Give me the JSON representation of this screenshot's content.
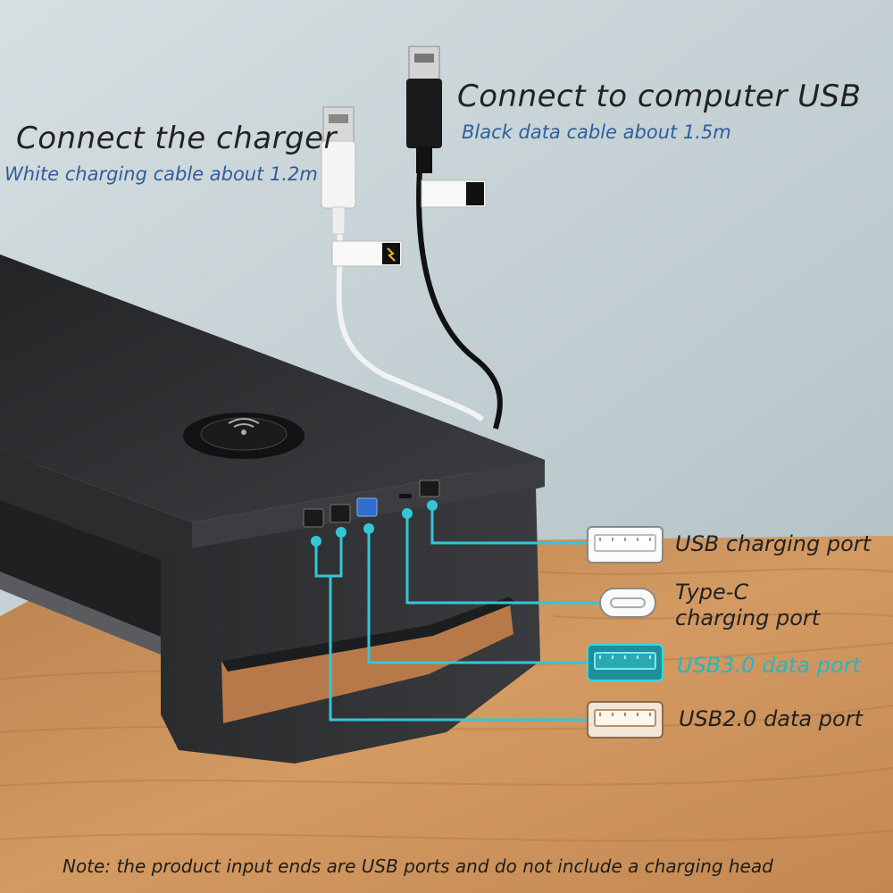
{
  "heading_charger": "Connect the charger",
  "sub_charger": "White charging cable about 1.2m",
  "heading_computer": "Connect to computer USB",
  "sub_computer": "Black data cable about 1.5m",
  "ports": [
    {
      "id": "usb-charging",
      "label": "USB charging port",
      "icon": "usb-a-icon"
    },
    {
      "id": "type-c",
      "label_line1": "Type-C",
      "label_line2": "charging port",
      "icon": "usb-c-icon"
    },
    {
      "id": "usb3",
      "label": "USB3.0 data port",
      "icon": "usb-a-icon",
      "highlight": true
    },
    {
      "id": "usb2",
      "label": "USB2.0 data port",
      "icon": "usb-a-icon"
    }
  ],
  "note": "Note: the product input ends are USB ports and do not include a charging head",
  "colors": {
    "wall": "#c3cfd3",
    "desk": "#c9915a",
    "stand": "#2c2d2f",
    "leader_cyan": "#33c7d6",
    "usb3_blue": "#2e6fd0",
    "title_blue": "#2f5f9a"
  }
}
